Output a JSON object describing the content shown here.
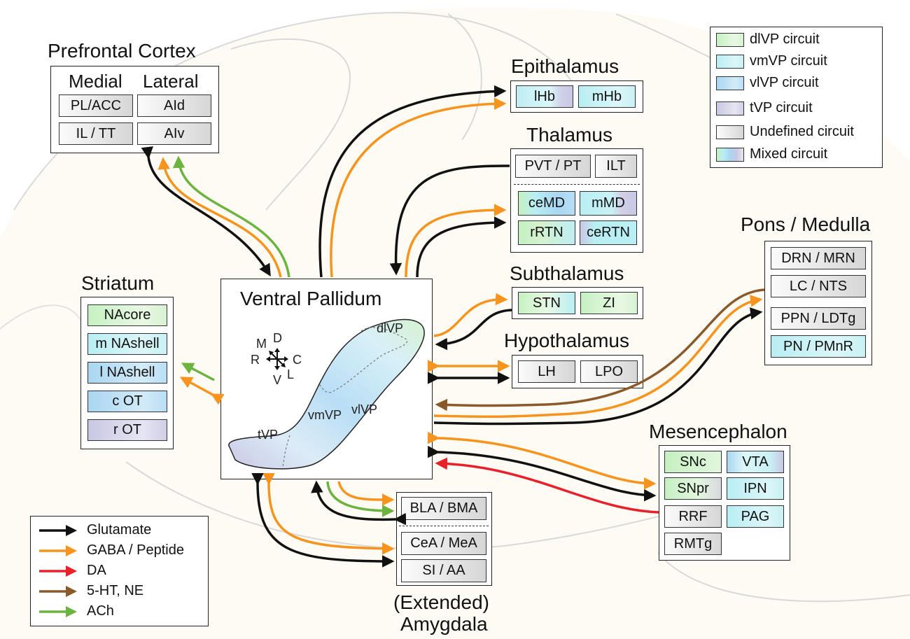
{
  "titles": {
    "pfc": "Prefrontal Cortex",
    "epithalamus": "Epithalamus",
    "thalamus": "Thalamus",
    "striatum": "Striatum",
    "subthalamus": "Subthalamus",
    "hypothalamus": "Hypothalamus",
    "vp": "Ventral Pallidum",
    "pons": "Pons / Medulla",
    "mesencephalon": "Mesencephalon",
    "amygdala_1": "(Extended)",
    "amygdala_2": "Amygdala"
  },
  "pfc": {
    "medial": "Medial",
    "lateral": "Lateral",
    "placc": "PL/ACC",
    "ild": "AId",
    "iltt": "IL / TT",
    "aiv": "AIv"
  },
  "epithalamus": {
    "lhb": "lHb",
    "mhb": "mHb"
  },
  "thalamus": {
    "pvt": "PVT / PT",
    "ilt": "ILT",
    "cemd": "ceMD",
    "mmd": "mMD",
    "rrtn": "rRTN",
    "certn": "ceRTN"
  },
  "striatum": {
    "nacore": "NAcore",
    "mnashell": "m NAshell",
    "lnashell": "l NAshell",
    "cot": "c OT",
    "rot": "r OT"
  },
  "subthalamus": {
    "stn": "STN",
    "zi": "ZI"
  },
  "hypothalamus": {
    "lh": "LH",
    "lpo": "LPO"
  },
  "pons": {
    "drn": "DRN / MRN",
    "lc": "LC / NTS",
    "ppn": "PPN / LDTg",
    "pn": "PN / PMnR"
  },
  "mesencephalon": {
    "snc": "SNc",
    "vta": "VTA",
    "snpr": "SNpr",
    "ipn": "IPN",
    "rrf": "RRF",
    "pag": "PAG",
    "rmtg": "RMTg"
  },
  "amygdala": {
    "bla": "BLA / BMA",
    "cea": "CeA / MeA",
    "si": "SI / AA"
  },
  "vp": {
    "dlvp": "dlVP",
    "vmvp": "vmVP",
    "vlvp": "vlVP",
    "tvp": "tVP",
    "compass": {
      "m": "M",
      "d": "D",
      "r": "R",
      "c": "C",
      "l": "L",
      "v": "V"
    }
  },
  "circuit_legend": [
    {
      "label": "dlVP circuit",
      "swatch": "g"
    },
    {
      "label": "vmVP circuit",
      "swatch": "c"
    },
    {
      "label": "vlVP circuit",
      "swatch": "b"
    },
    {
      "label": "tVP circuit",
      "swatch": "p"
    },
    {
      "label": "Undefined circuit",
      "swatch": "u"
    },
    {
      "label": "Mixed circuit",
      "swatch": "mix"
    }
  ],
  "transmitter_legend": [
    {
      "label": "Glutamate",
      "color": "#111111"
    },
    {
      "label": "GABA / Peptide",
      "color": "#f7941d"
    },
    {
      "label": "DA",
      "color": "#e8202a"
    },
    {
      "label": "5-HT, NE",
      "color": "#8b5a2b"
    },
    {
      "label": "ACh",
      "color": "#6db33f"
    }
  ]
}
